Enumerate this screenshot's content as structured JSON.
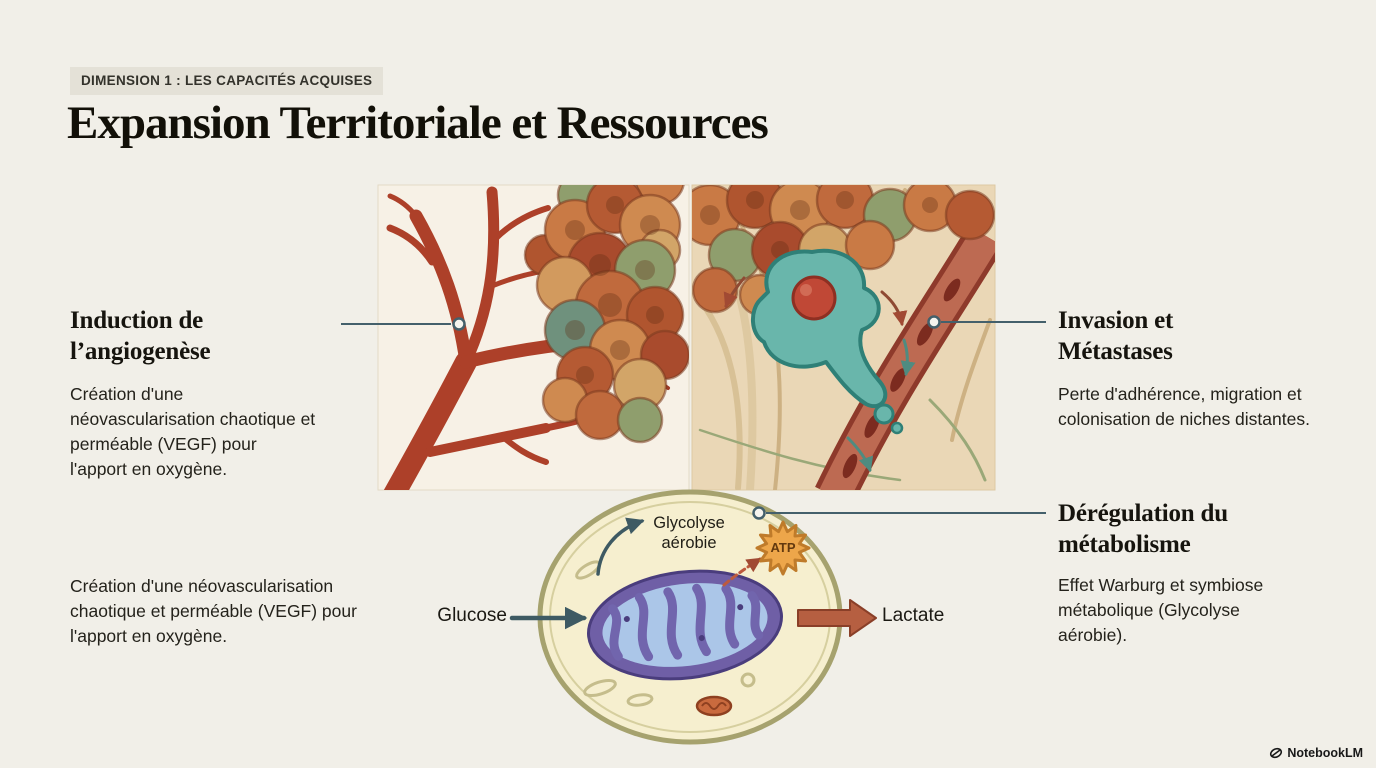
{
  "meta": {
    "background_color": "#f1efe8",
    "callout_color": "#44606b",
    "arrow_dark_color": "#3e5a63",
    "lactate_arrow_color": "#b65f41",
    "atp_star_color": "#eda64a"
  },
  "badge": {
    "label": "DIMENSION 1 : LES CAPACITÉS ACQUISES"
  },
  "title": {
    "text": "Expansion Territoriale et Ressources"
  },
  "sections": {
    "angiogenese": {
      "heading": "Induction de l’angiogenèse",
      "body": "Création d'une néovascularisation chaotique et perméable (VEGF) pour l'apport en oxygène."
    },
    "vascularisation_note": {
      "body": "Création d'une néovascularisation chaotique et perméable (VEGF) pour l'apport en oxygène."
    },
    "invasion": {
      "heading": "Invasion et Métastases",
      "body": "Perte d'adhérence, migration et colonisation de niches distantes."
    },
    "metabolisme": {
      "heading": "Dérégulation du métabolisme",
      "body": "Effet Warburg et symbiose métabolique (Glycolyse aérobie)."
    }
  },
  "cell_labels": {
    "glycolyse": "Glycolyse aérobie",
    "atp": "ATP",
    "glucose": "Glucose",
    "lactate": "Lactate"
  },
  "footer": {
    "brand": "NotebookLM"
  }
}
